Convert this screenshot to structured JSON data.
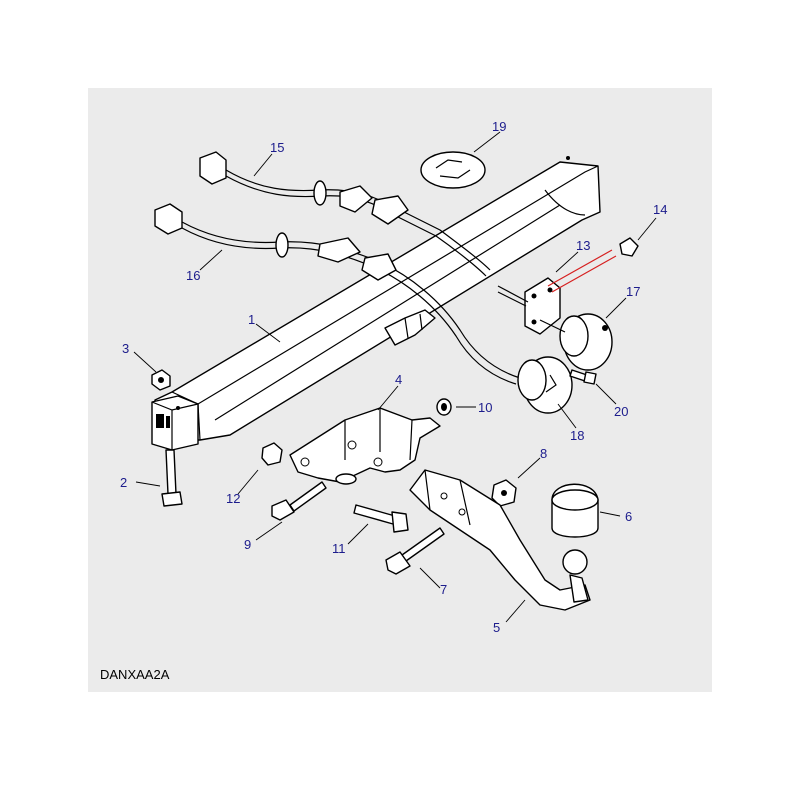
{
  "diagram": {
    "reference_code": "DANXAA2A",
    "colors": {
      "panel_background": "#ebebeb",
      "callout_text": "#1c1c8c",
      "highlight_leader": "#d62020"
    },
    "callouts": [
      {
        "id": "1",
        "label": "1"
      },
      {
        "id": "2",
        "label": "2"
      },
      {
        "id": "3",
        "label": "3"
      },
      {
        "id": "4",
        "label": "4"
      },
      {
        "id": "5",
        "label": "5"
      },
      {
        "id": "6",
        "label": "6"
      },
      {
        "id": "7",
        "label": "7"
      },
      {
        "id": "8",
        "label": "8"
      },
      {
        "id": "9",
        "label": "9"
      },
      {
        "id": "10",
        "label": "10"
      },
      {
        "id": "11",
        "label": "11"
      },
      {
        "id": "12",
        "label": "12"
      },
      {
        "id": "13",
        "label": "13"
      },
      {
        "id": "14",
        "label": "14"
      },
      {
        "id": "15",
        "label": "15"
      },
      {
        "id": "16",
        "label": "16"
      },
      {
        "id": "17",
        "label": "17"
      },
      {
        "id": "18",
        "label": "18"
      },
      {
        "id": "19",
        "label": "19"
      },
      {
        "id": "20",
        "label": "20"
      }
    ]
  }
}
